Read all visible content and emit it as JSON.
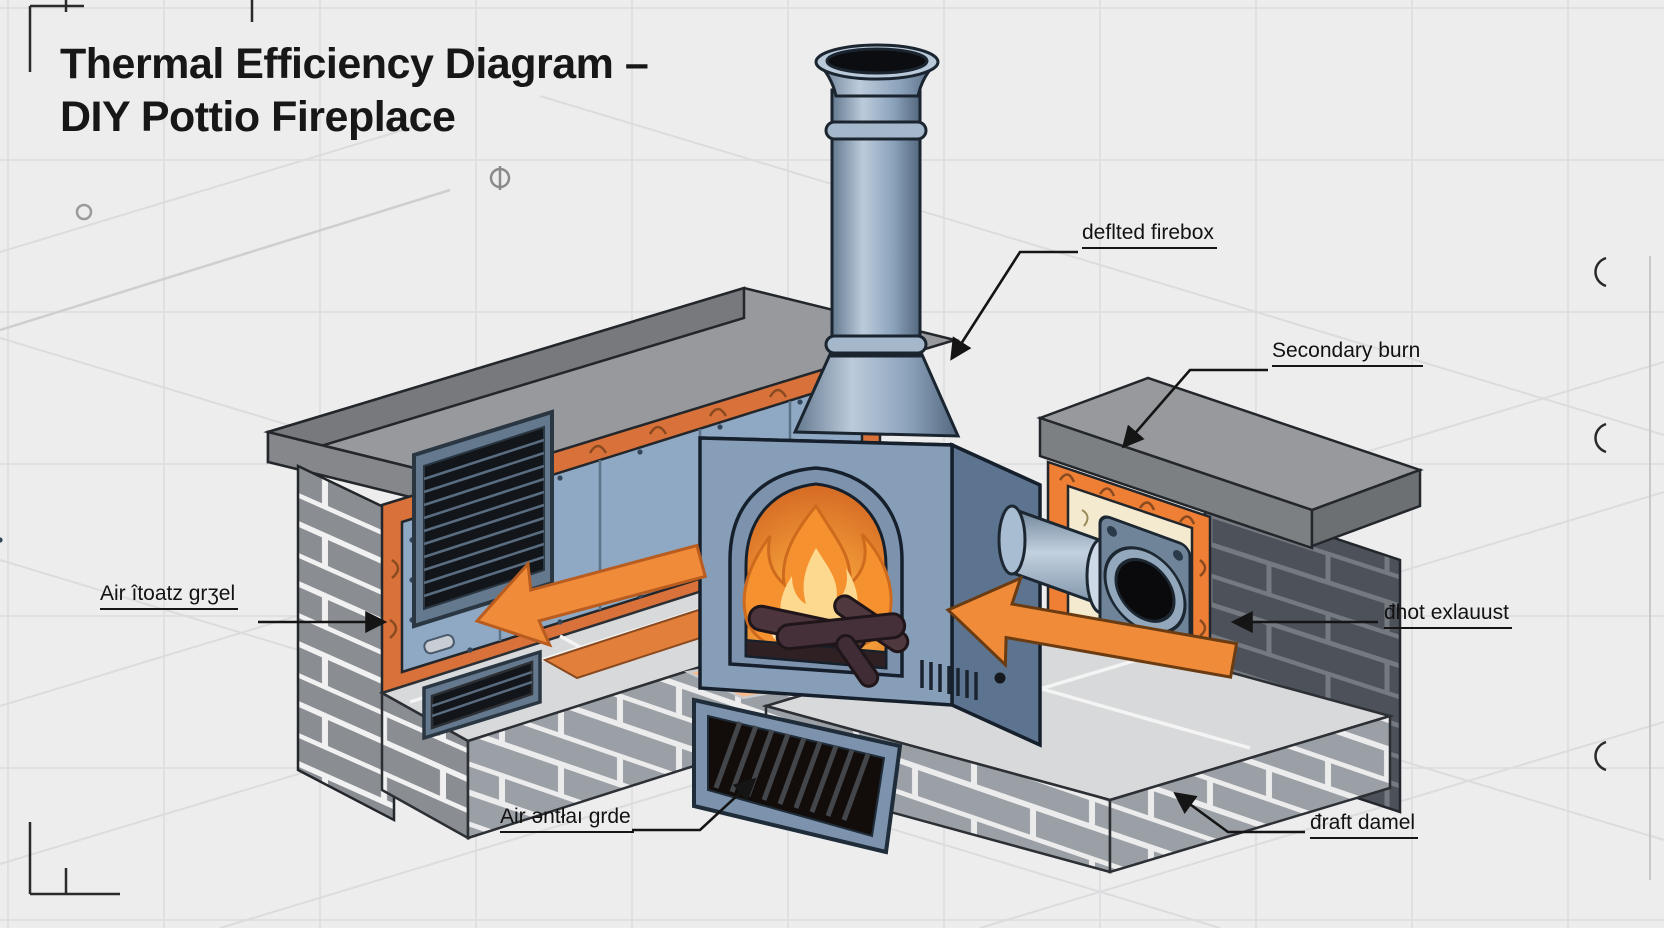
{
  "meta": {
    "kind": "isometric cutaway technical illustration",
    "subject": "thermal efficiency of a DIY patio fireplace"
  },
  "title": {
    "line1": "Thermal Efficiency Diagram –",
    "line2": "DIY Pottio Fireplace"
  },
  "callouts": [
    {
      "id": "firebox",
      "text": "deflted firebox"
    },
    {
      "id": "secondary-burn",
      "text": "Secondary burn"
    },
    {
      "id": "air-intake-left",
      "text": "Air îtoatz grʒel"
    },
    {
      "id": "hot-exhaust",
      "text": "đhot exlauust"
    },
    {
      "id": "air-intake-grate",
      "text": "Air əntłaı grde"
    },
    {
      "id": "draft-damper",
      "text": "đraft damel"
    }
  ],
  "components": [
    "chimney flue with flared rim and collar rings",
    "steel firebox with arched opening",
    "fire with logs",
    "side exhaust pipe with bolted wall flange",
    "cutaway bench wall: brick, orange insulation, riveted steel panel",
    "two louvered vents",
    "right wall: capstone, cream mineral insulation, dark brick",
    "tiled bench top and brick base",
    "air intake grate recess",
    "orange airflow arrows",
    "blueprint grid and registration marks"
  ],
  "colors": {
    "background": "#ededee",
    "grid_line": "#e0e0e2",
    "ink": "#151515",
    "steel_light": "#b9c9da",
    "steel_mid": "#8ba2bb",
    "steel_dark": "#5d7490",
    "panel_blue": "#8fa9c4",
    "arrow_orange": "#f08b3a",
    "insulation_orange": "#d8713a",
    "insulation_cream": "#f3ead0",
    "brick_light": "#8f9398",
    "brick_dark": "#4d525a",
    "capstone": "#97999c",
    "tile": "#d8d9da",
    "peach_tile": "#f6bb8e",
    "flame_outer": "#f5922f",
    "flame_inner": "#fdd98f",
    "log_brown": "#4c353d"
  }
}
